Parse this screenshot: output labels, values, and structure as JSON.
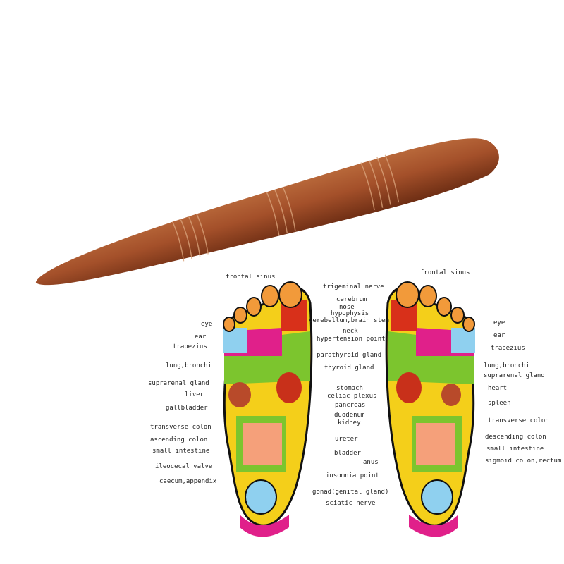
{
  "left_foot": {
    "top_label": "frontal sinus",
    "side_labels": [
      "eye",
      "ear",
      "trapezius",
      "lung,bronchi",
      "suprarenal gland",
      "liver",
      "gallbladder",
      "transverse colon",
      "ascending colon",
      "small intestine",
      "ileocecal valve",
      "caecum,appendix"
    ]
  },
  "center_labels": [
    "trigeminal nerve",
    "cerebrum",
    "nose",
    "hypophysis",
    "cerebellum,brain stem",
    "neck",
    "hypertension point",
    "parathyroid gland",
    "thyroid gland",
    "stomach",
    "celiac plexus",
    "pancreas",
    "duodenum",
    "kidney",
    "ureter",
    "bladder",
    "anus",
    "insomnia point",
    "gonad(genital gland)",
    "sciatic nerve"
  ],
  "right_foot": {
    "top_label": "frontal sinus",
    "side_labels": [
      "eye",
      "ear",
      "trapezius",
      "lung,bronchi",
      "suprarenal gland",
      "heart",
      "spleen",
      "transverse colon",
      "descending colon",
      "small intestine",
      "sigmoid colon,rectum"
    ]
  },
  "colors": {
    "wood": "#a0502a",
    "wood_dark": "#7a3518",
    "toe": "#f29a3a",
    "green": "#7cc52e",
    "magenta": "#e0208a",
    "yellow": "#f4cf1a",
    "blue": "#8fd0ef",
    "red": "#d8301a"
  }
}
